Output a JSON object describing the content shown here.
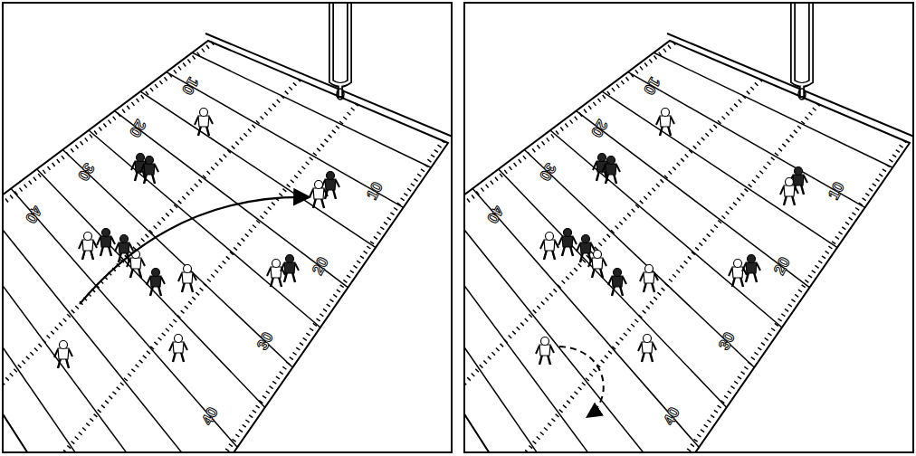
{
  "diagram": {
    "labels": [
      "10",
      "20",
      "30",
      "40",
      "10",
      "20",
      "30",
      "40",
      "10",
      "20",
      "30",
      "40",
      "10",
      "20",
      "30",
      "40"
    ]
  }
}
